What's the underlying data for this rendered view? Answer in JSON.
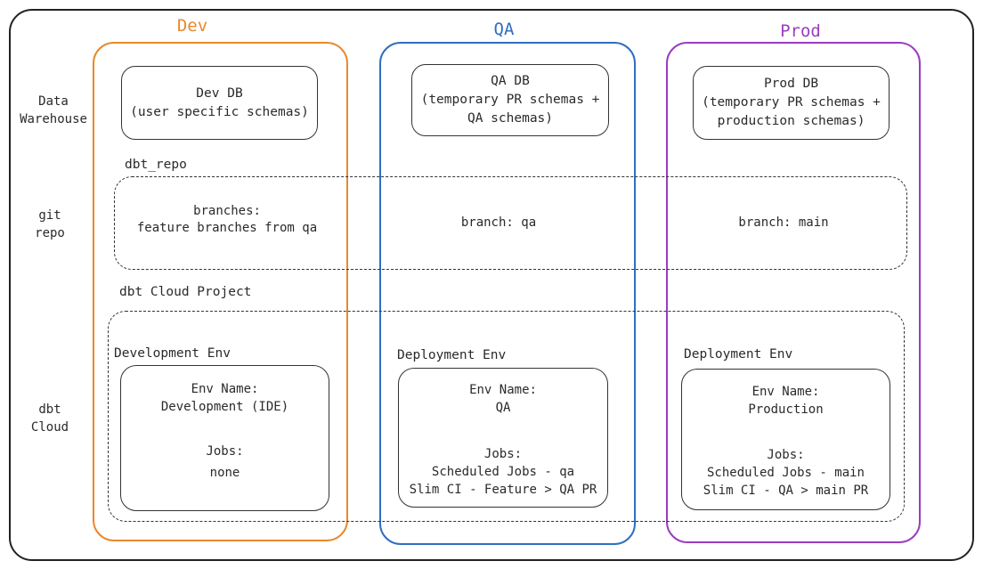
{
  "columns": {
    "dev": {
      "title": "Dev",
      "color": "#e8892b"
    },
    "qa": {
      "title": "QA",
      "color": "#2f6fbf"
    },
    "prod": {
      "title": "Prod",
      "color": "#9a3dbf"
    }
  },
  "row_labels": {
    "warehouse": [
      "Data",
      "Warehouse"
    ],
    "git": [
      "git",
      "repo"
    ],
    "cloud": [
      "dbt",
      "Cloud"
    ]
  },
  "warehouse": {
    "dev": [
      "Dev DB",
      "(user specific schemas)"
    ],
    "qa": [
      "QA DB",
      "(temporary PR schemas +",
      "QA schemas)"
    ],
    "prod": [
      "Prod DB",
      "(temporary PR schemas +",
      "production schemas)"
    ]
  },
  "git": {
    "container_label": "dbt_repo",
    "dev": [
      "branches:",
      "feature branches from qa"
    ],
    "qa": "branch: qa",
    "prod": "branch: main"
  },
  "cloud": {
    "container_label": "dbt Cloud Project",
    "dev": {
      "env_type": "Development Env",
      "env_name_label": "Env Name:",
      "env_name": "Development (IDE)",
      "jobs_label": "Jobs:",
      "jobs": [
        "none"
      ]
    },
    "qa": {
      "env_type": "Deployment Env",
      "env_name_label": "Env Name:",
      "env_name": "QA",
      "jobs_label": "Jobs:",
      "jobs": [
        "Scheduled Jobs - qa",
        "Slim CI - Feature > QA PR"
      ]
    },
    "prod": {
      "env_type": "Deployment Env",
      "env_name_label": "Env Name:",
      "env_name": "Production",
      "jobs_label": "Jobs:",
      "jobs": [
        "Scheduled Jobs - main",
        "Slim CI - QA > main PR"
      ]
    }
  }
}
